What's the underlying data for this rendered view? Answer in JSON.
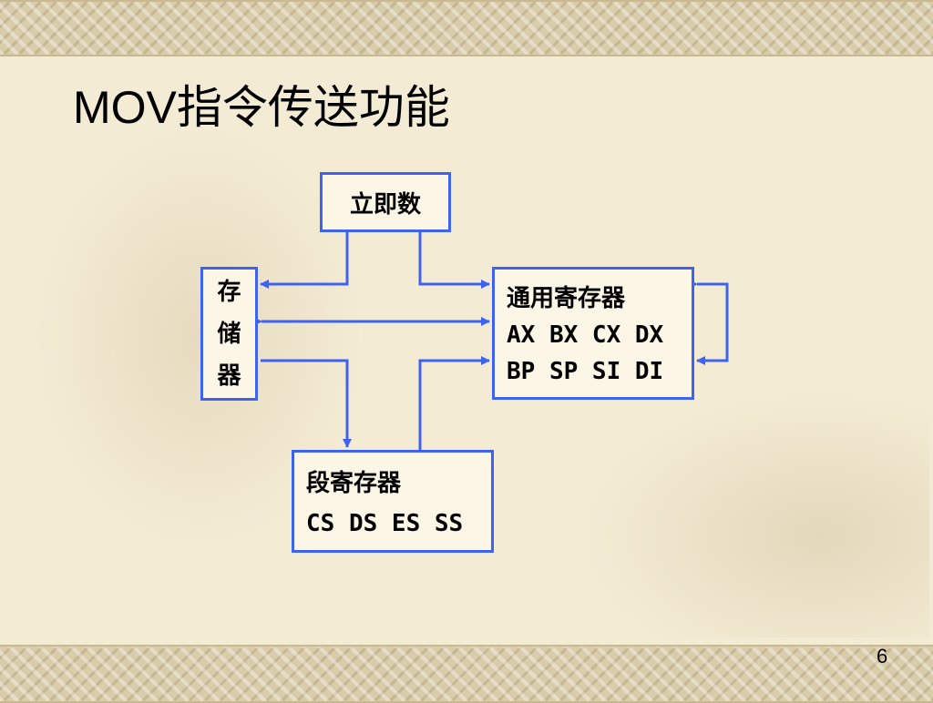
{
  "slide": {
    "title": "MOV指令传送功能",
    "number": "6"
  },
  "diagram": {
    "immediate": {
      "label": "立即数"
    },
    "memory": {
      "chars": [
        "存",
        "储",
        "器"
      ]
    },
    "general_registers": {
      "title": "通用寄存器",
      "row1": "AX BX CX DX",
      "row2": "BP SP SI DI"
    },
    "segment_registers": {
      "title": "段寄存器",
      "row1": "CS DS ES SS"
    },
    "colors": {
      "box_border": "#3f63f0",
      "arrow": "#3f63f0"
    }
  }
}
